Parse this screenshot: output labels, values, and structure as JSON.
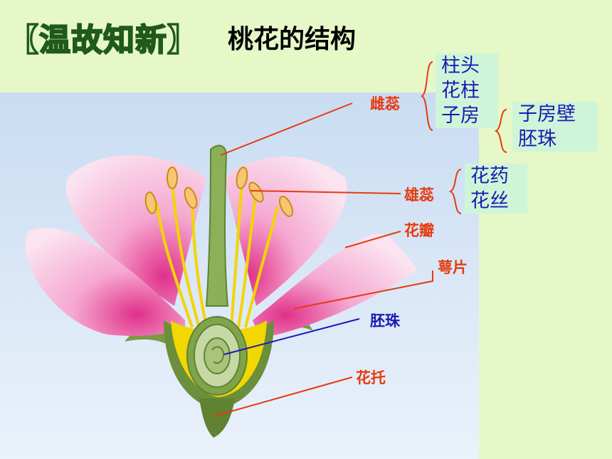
{
  "header": {
    "tag": "【温故知新】",
    "title": "桃花的结构"
  },
  "labels": {
    "pistil": "雌蕊",
    "stamen": "雄蕊",
    "petal": "花瓣",
    "sepal": "萼片",
    "ovule": "胚珠",
    "receptacle": "花托"
  },
  "pistil_parts": [
    "柱头",
    "花柱",
    "子房"
  ],
  "ovary_parts": [
    "子房壁",
    "胚珠"
  ],
  "stamen_parts": [
    "花药",
    "花丝"
  ],
  "colors": {
    "background": "#E6F7C8",
    "label_red": "#E63A0F",
    "label_blue": "#1A1AB3",
    "box_bg": "#CFF5D8"
  }
}
